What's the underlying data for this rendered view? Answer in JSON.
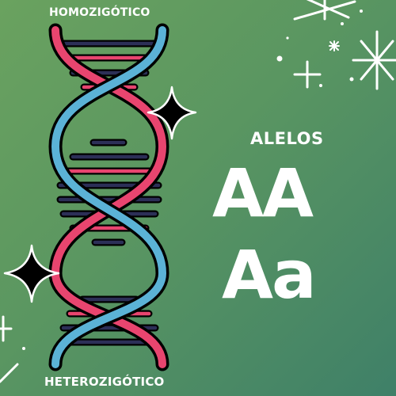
{
  "labels": {
    "homozigotico": "HOMOZIGÓTICO",
    "heterozigotico": "HETEROZIGÓTICO",
    "alelos_title": "ALELOS"
  },
  "alleles": [
    "AA",
    "Aa"
  ],
  "colors": {
    "background_start": "#6aa25f",
    "background_end": "#3f8068",
    "strand_pink": "#e8456f",
    "strand_blue": "#5bb2d6",
    "rung_navy": "#2c2f57",
    "outline": "#000000",
    "text": "#ffffff"
  },
  "icons": [
    "dna-icon",
    "sparkle-icon"
  ]
}
